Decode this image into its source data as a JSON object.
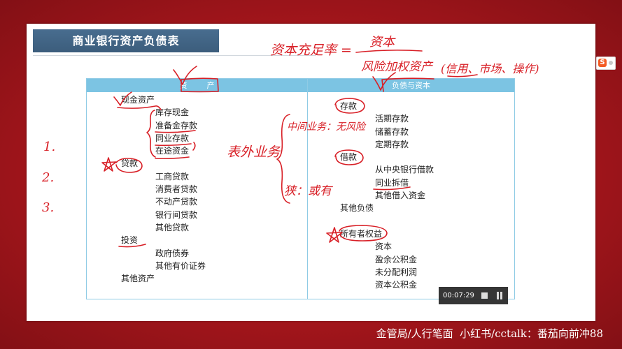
{
  "colors": {
    "frame": "#a6161c",
    "title_banner": "#3c5d7c",
    "table_header": "#7cc4e3",
    "ink": "#d81f26"
  },
  "slide": {
    "title": "商业银行资产负债表"
  },
  "table": {
    "header": {
      "assets": "资产",
      "liabilities": "负债与资本"
    },
    "assets": [
      {
        "category": "现金资产",
        "items": [
          "库存现金",
          "准备金存款",
          "同业存款",
          "在途资金"
        ]
      },
      {
        "category": "贷款",
        "items": [
          "工商贷款",
          "消费者贷款",
          "不动产贷款",
          "银行间贷款",
          "其他贷款"
        ]
      },
      {
        "category": "投资",
        "items": [
          "政府债券",
          "其他有价证券"
        ]
      },
      {
        "category": "其他资产",
        "items": []
      }
    ],
    "liabilities": [
      {
        "category": "存款",
        "items": [
          "活期存款",
          "储蓄存款",
          "定期存款"
        ]
      },
      {
        "category": "借款",
        "items": [
          "从中央银行借款",
          "同业拆借",
          "其他借入资金"
        ]
      },
      {
        "category": "其他负债",
        "items": []
      },
      {
        "category": "所有者权益",
        "items": [
          "资本",
          "盈余公积金",
          "未分配利润",
          "资本公积金"
        ]
      }
    ]
  },
  "handwriting": {
    "formula_lhs": "资本充足率 =",
    "formula_numerator": "资本",
    "formula_denominator": "风险加权资产",
    "risk_types": "(信用、市场、操作)",
    "numbers": [
      "1.",
      "2.",
      "3."
    ],
    "off_balance": "表外业务",
    "intermediary": "中间业务：无风险",
    "narrow": "狭：或有"
  },
  "ime_toolbar": {
    "logo": "S",
    "icon": "sogou-ime-icon"
  },
  "video_controls": {
    "time": "00:07:29",
    "stop_icon": "stop-icon",
    "pause_icon": "pause-icon"
  },
  "footer": {
    "text": "金管局/人行笔面  小红书/cctalk：番茄向前冲88"
  }
}
